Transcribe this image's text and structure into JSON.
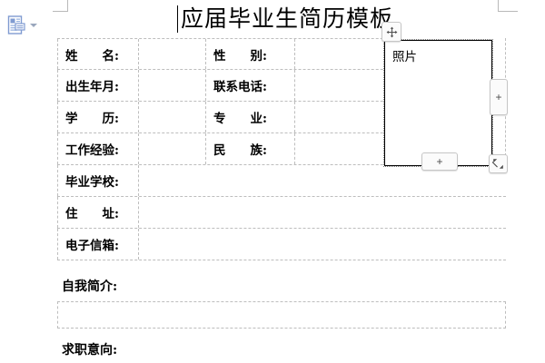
{
  "document": {
    "title": "应届毕业生简历模板",
    "caret_visible": true
  },
  "toolbar": {
    "format_icon": "document-format-icon",
    "dropdown_caret": "chevron-down-icon"
  },
  "table": {
    "rows": [
      {
        "label1": "姓　　名:",
        "value1": "",
        "label2": "性　　别:",
        "value2": ""
      },
      {
        "label1": "出生年月:",
        "value1": "",
        "label2": "联系电话:",
        "value2": ""
      },
      {
        "label1": "学　　历:",
        "value1": "",
        "label2": "专　　业:",
        "value2": ""
      },
      {
        "label1": "工作经验:",
        "value1": "",
        "label2": "民　　族:",
        "value2": ""
      }
    ],
    "wide_rows": [
      {
        "label": "毕业学校:",
        "value": ""
      },
      {
        "label": "住　　址:",
        "value": ""
      },
      {
        "label": "电子信箱:",
        "value": ""
      }
    ],
    "photo_cell": {
      "label": "照片"
    }
  },
  "sections": [
    {
      "label": "自我简介:",
      "value": ""
    },
    {
      "label": "求职意向:",
      "value": ""
    }
  ],
  "handles": {
    "move": "✥",
    "add_column": "+",
    "add_row": "+",
    "resize": "⤢"
  },
  "colors": {
    "grid": "#bdbdbd",
    "photo_border": "#000000",
    "icon_blue": "#7f9bd1",
    "text": "#000000"
  }
}
